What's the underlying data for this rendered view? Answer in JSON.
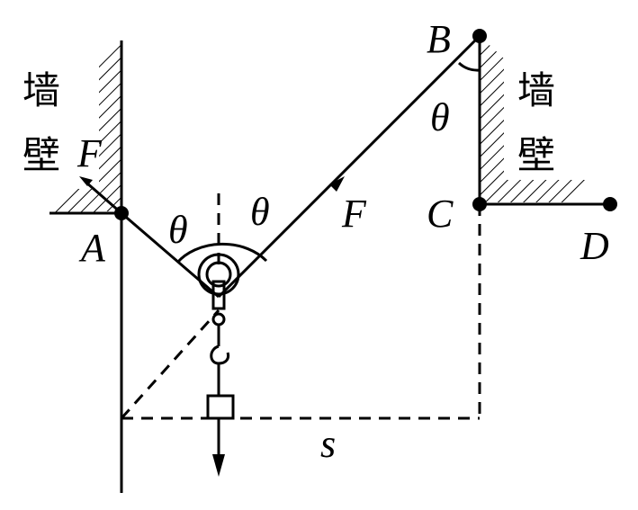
{
  "labels": {
    "wall_left": "墙壁",
    "wall_right": "墙壁",
    "point_a": "A",
    "point_b": "B",
    "point_c": "C",
    "point_d": "D",
    "force_left": "F",
    "force_right": "F",
    "angle_left": "θ",
    "angle_right": "θ",
    "angle_b": "θ",
    "distance": "s"
  }
}
